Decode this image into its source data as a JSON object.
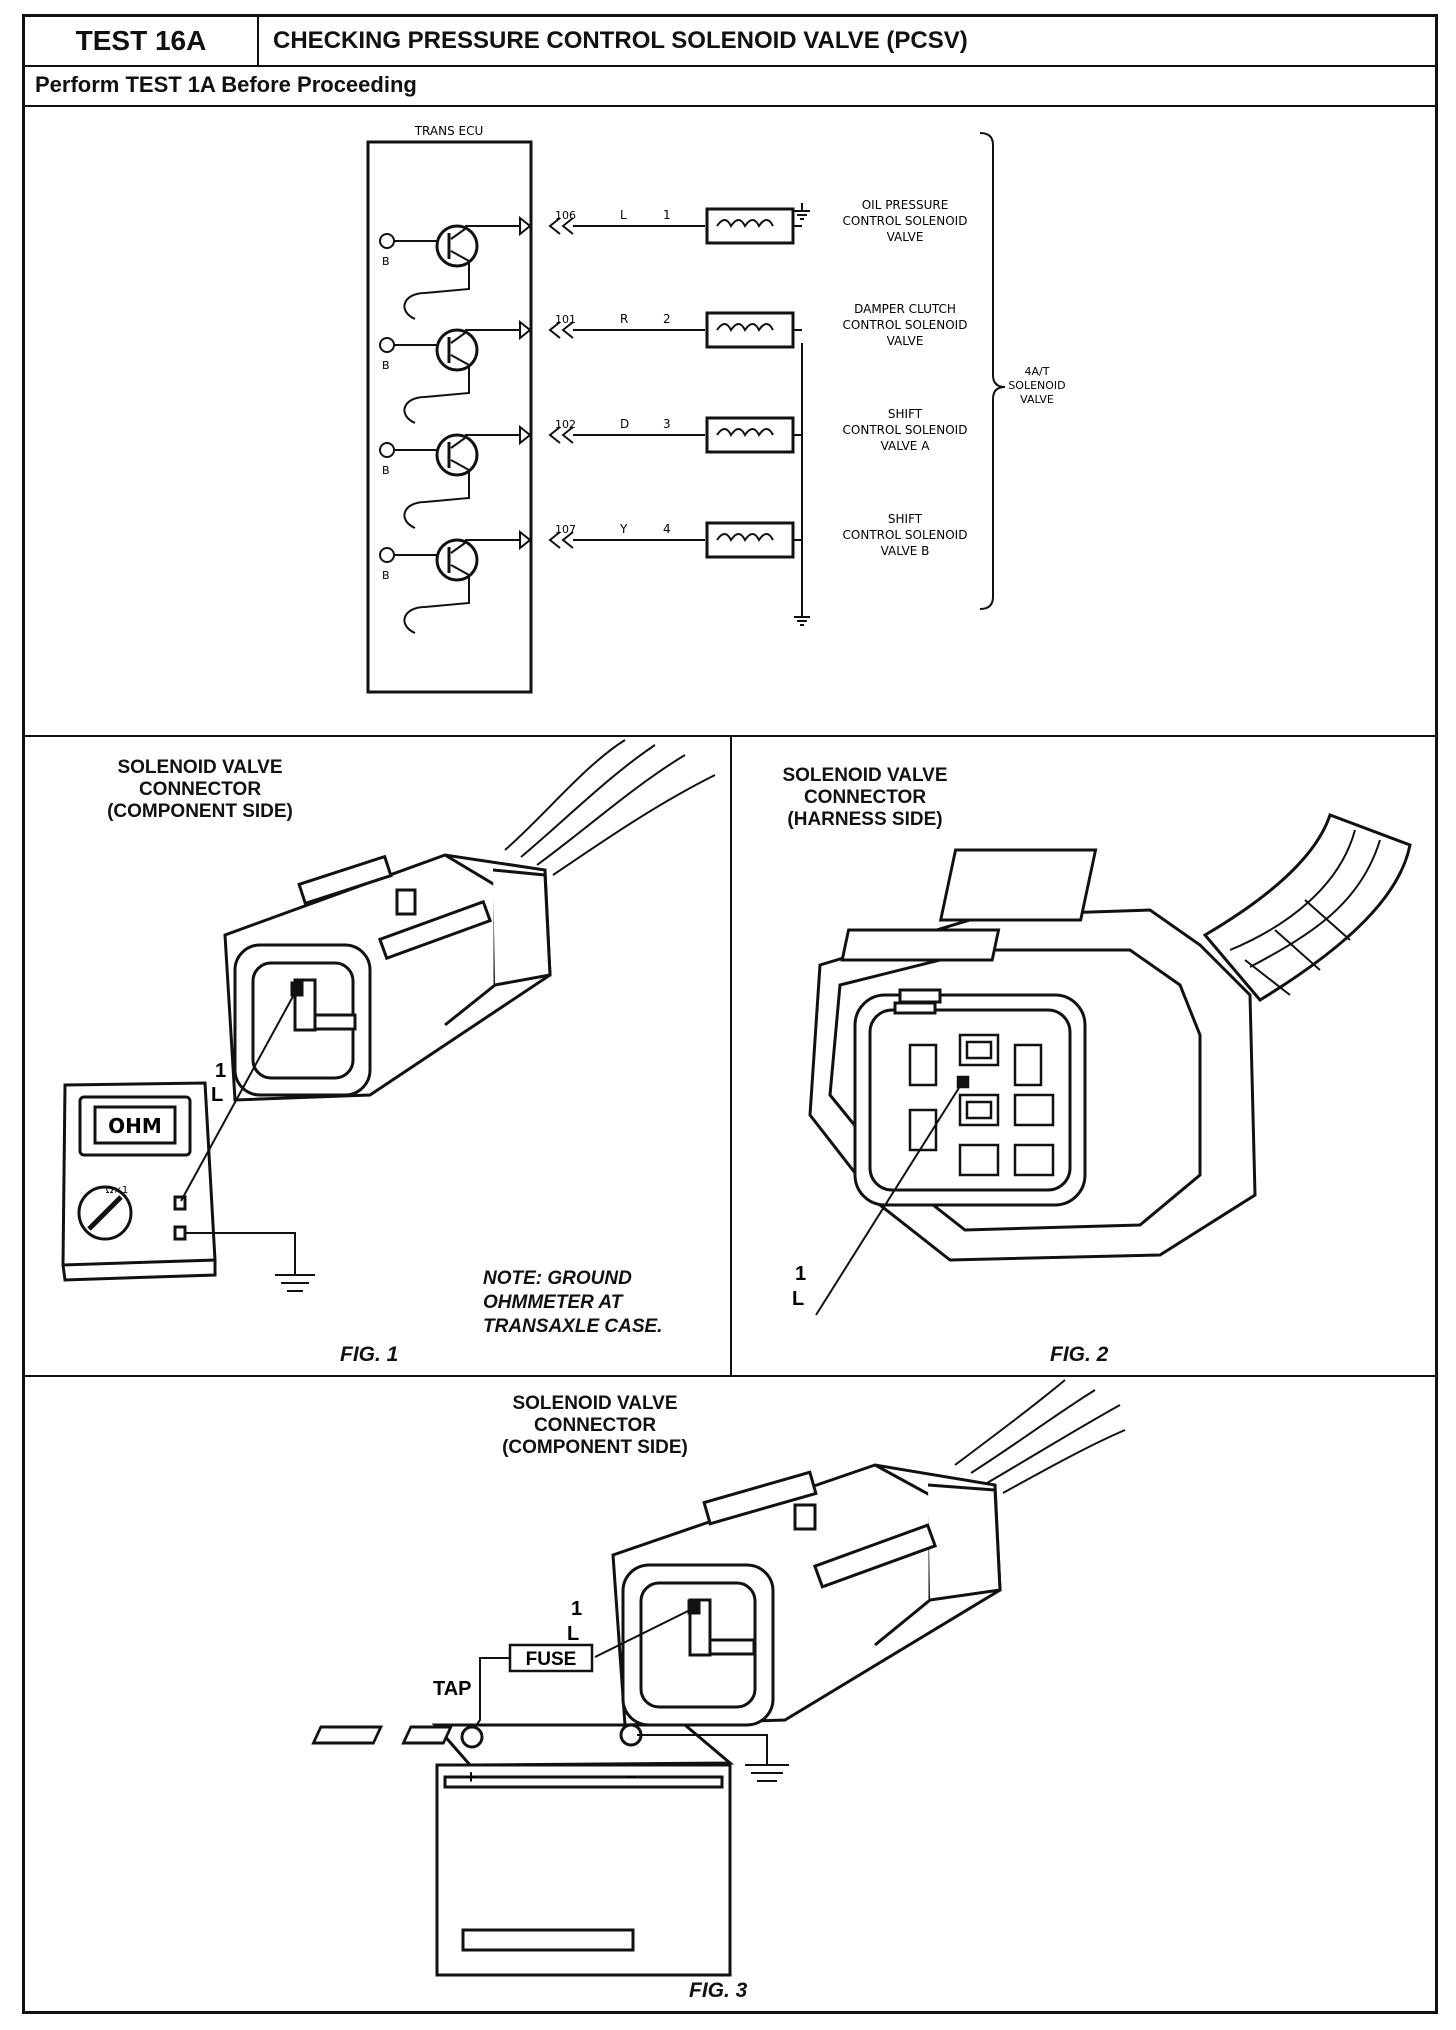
{
  "header": {
    "test_id": "TEST 16A",
    "title": "CHECKING PRESSURE CONTROL SOLENOID VALVE (PCSV)",
    "prerequisite": "Perform TEST 1A Before Proceeding"
  },
  "schematic": {
    "ecu_label": "TRANS ECU",
    "battery_terminal": "B",
    "group_label": [
      "4A/T",
      "SOLENOID",
      "VALVE"
    ],
    "circuits": [
      {
        "pin": "106",
        "wire": "L",
        "terminal": "1",
        "valve": [
          "OIL PRESSURE",
          "CONTROL SOLENOID",
          "VALVE"
        ]
      },
      {
        "pin": "101",
        "wire": "R",
        "terminal": "2",
        "valve": [
          "DAMPER CLUTCH",
          "CONTROL SOLENOID",
          "VALVE"
        ]
      },
      {
        "pin": "102",
        "wire": "D",
        "terminal": "3",
        "valve": [
          "SHIFT",
          "CONTROL SOLENOID",
          "VALVE A"
        ]
      },
      {
        "pin": "107",
        "wire": "Y",
        "terminal": "4",
        "valve": [
          "SHIFT",
          "CONTROL SOLENOID",
          "VALVE B"
        ]
      }
    ]
  },
  "fig1": {
    "title": [
      "SOLENOID VALVE",
      "CONNECTOR",
      "(COMPONENT SIDE)"
    ],
    "pin_label": [
      "1",
      "L"
    ],
    "meter_display": "OHM",
    "meter_range": "Ω×1",
    "note": [
      "NOTE:  GROUND",
      "OHMMETER AT",
      "TRANSAXLE CASE."
    ],
    "caption": "FIG. 1"
  },
  "fig2": {
    "title": [
      "SOLENOID VALVE",
      "CONNECTOR",
      "(HARNESS SIDE)"
    ],
    "pin_label": [
      "1",
      "L"
    ],
    "caption": "FIG. 2"
  },
  "fig3": {
    "title": [
      "SOLENOID VALVE",
      "CONNECTOR",
      "(COMPONENT SIDE)"
    ],
    "pin_label": [
      "1",
      "L"
    ],
    "fuse_label": "FUSE",
    "tap_label": "TAP",
    "battery_plus": "+",
    "battery_minus": "−",
    "caption": "FIG. 3"
  }
}
